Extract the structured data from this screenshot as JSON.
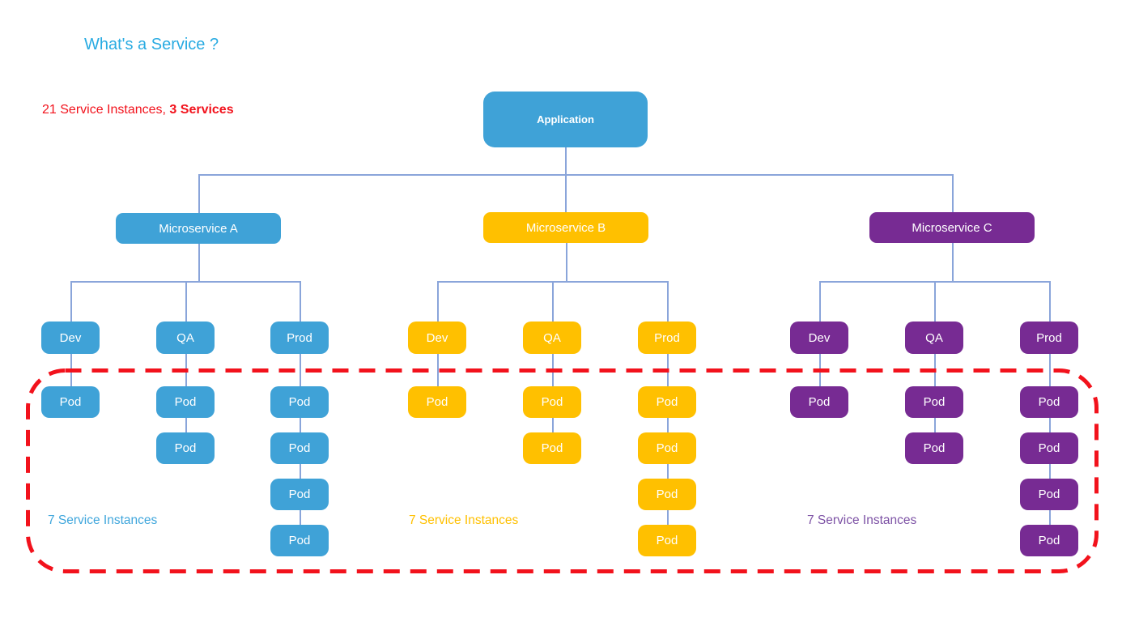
{
  "title": "What's a Service ?",
  "heading": {
    "part1": "21 Service Instances, ",
    "part2": "3 Services"
  },
  "root": {
    "label": "Application"
  },
  "pod_label": "Pod",
  "groups": [
    {
      "name": "Microservice A",
      "color": "#3FA2D7",
      "footer": "7 Service Instances",
      "footer_color": "#3FA6DC",
      "envs": [
        {
          "label": "Dev",
          "pods": 1
        },
        {
          "label": "QA",
          "pods": 2
        },
        {
          "label": "Prod",
          "pods": 4
        }
      ]
    },
    {
      "name": "Microservice B",
      "color": "#FFC000",
      "footer": "7 Service Instances",
      "footer_color": "#FFC000",
      "envs": [
        {
          "label": "Dev",
          "pods": 1
        },
        {
          "label": "QA",
          "pods": 2
        },
        {
          "label": "Prod",
          "pods": 4
        }
      ]
    },
    {
      "name": "Microservice C",
      "color": "#772B93",
      "footer": "7 Service Instances",
      "footer_color": "#7D52A5",
      "envs": [
        {
          "label": "Dev",
          "pods": 1
        },
        {
          "label": "QA",
          "pods": 2
        },
        {
          "label": "Prod",
          "pods": 4
        }
      ]
    }
  ],
  "colors": {
    "title": "#29ABE2",
    "heading": "#F2121C",
    "connector": "#8AA5DA",
    "highlight_border": "#F2121C"
  }
}
